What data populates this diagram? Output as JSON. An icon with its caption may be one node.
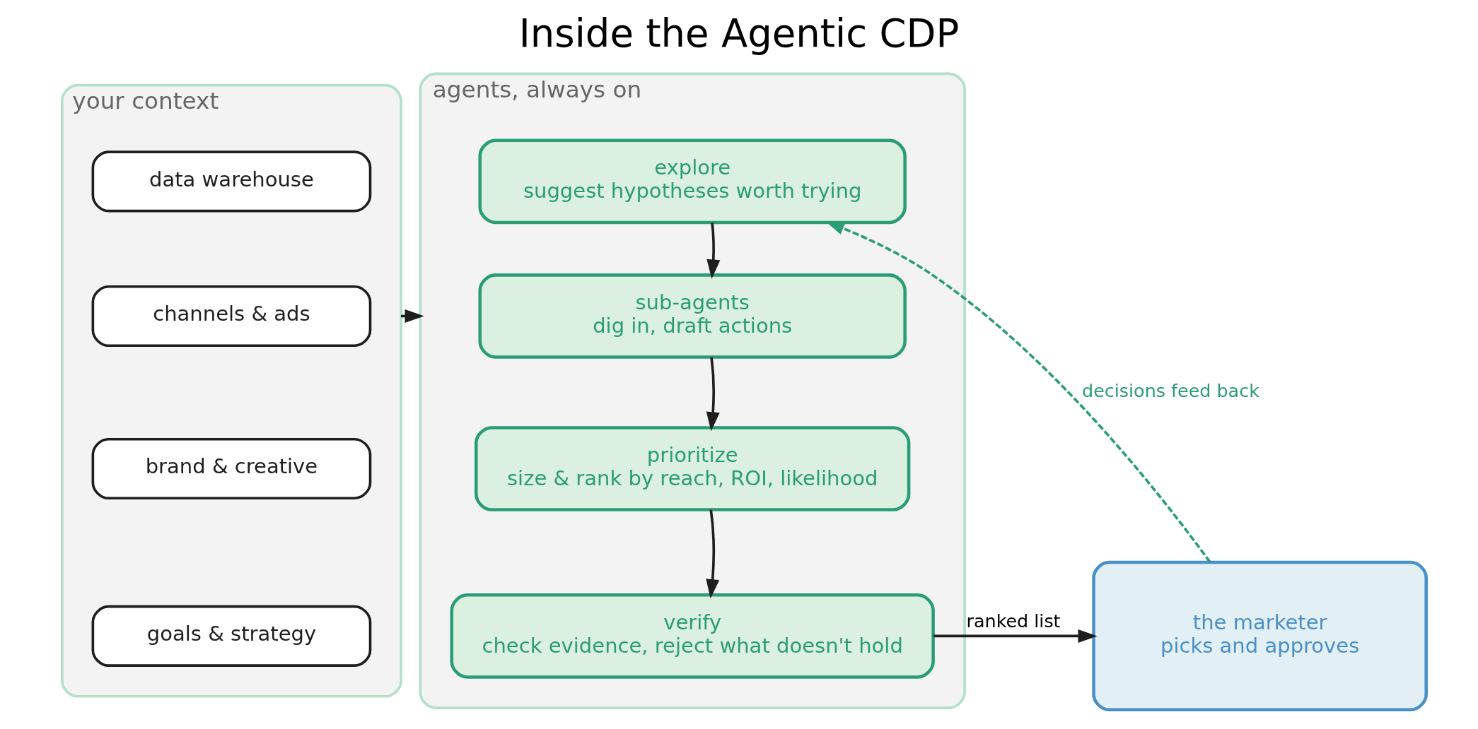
{
  "diagram": {
    "title": "Inside the Agentic CDP",
    "nodes": [
      {
        "text": [
          "your context"
        ]
      },
      {
        "text": [
          "data warehouse"
        ],
        "in": 0
      },
      {
        "text": [
          "channels & ads"
        ],
        "in": 0
      },
      {
        "text": [
          "brand & creative"
        ],
        "in": 0
      },
      {
        "text": [
          "goals & strategy"
        ],
        "in": 0
      },
      {
        "text": [
          "agents, always on"
        ]
      },
      {
        "text": [
          "explore",
          "suggest hypotheses worth trying"
        ],
        "in": 5
      },
      {
        "text": [
          "sub-agents",
          "dig in, draft actions"
        ],
        "in": 5
      },
      {
        "text": [
          "prioritize",
          "size & rank by reach, ROI, likelihood"
        ],
        "in": 5
      },
      {
        "text": [
          "verify",
          "check evidence, reject what doesn't hold"
        ],
        "in": 5
      },
      {
        "text": [
          "the marketer",
          "picks and approves"
        ]
      }
    ],
    "edges": [
      {
        "from": 0,
        "to": 5,
        "arrow": "to"
      },
      {
        "from": 6,
        "to": 7,
        "arrow": "to"
      },
      {
        "from": 7,
        "to": 8,
        "arrow": "to"
      },
      {
        "from": 8,
        "to": 9,
        "arrow": "to"
      },
      {
        "from": 9,
        "to": 10,
        "arrow": "to",
        "label": "ranked list"
      },
      {
        "from": 10,
        "to": 6,
        "arrow": "to",
        "label": "decisions feed back",
        "style": "dashed",
        "color": "#2a9d75"
      }
    ]
  }
}
